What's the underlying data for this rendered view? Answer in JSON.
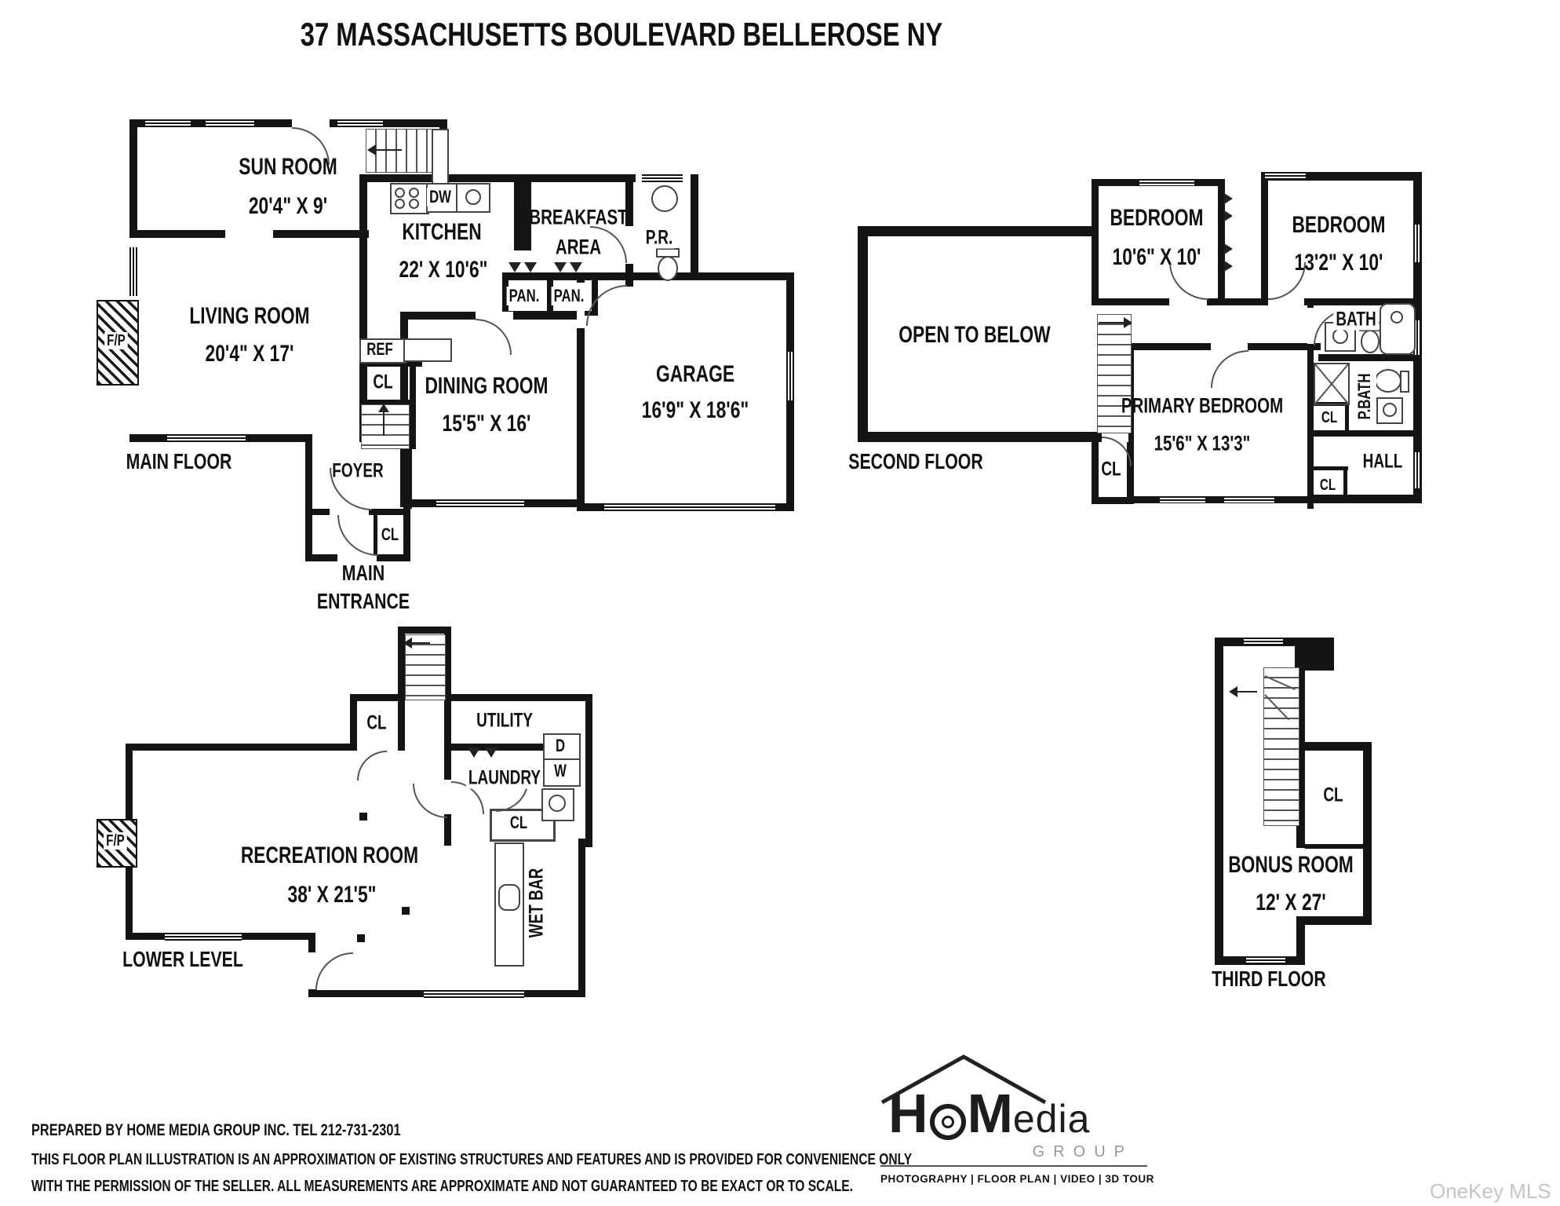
{
  "title": "37 MASSACHUSETTS BOULEVARD BELLEROSE  NY",
  "floors": {
    "main": {
      "floor_label": "MAIN FLOOR",
      "entrance_line1": "MAIN",
      "entrance_line2": "ENTRANCE",
      "rooms": {
        "sun_room": {
          "name": "SUN ROOM",
          "dims": "20'4\" X 9'"
        },
        "living_room": {
          "name": "LIVING ROOM",
          "dims": "20'4\" X 17'"
        },
        "kitchen": {
          "name": "KITCHEN",
          "dims": "22' X 10'6\""
        },
        "breakfast": {
          "line1": "BREAKFAST",
          "line2": "AREA"
        },
        "powder_room": {
          "name": "P.R."
        },
        "dining_room": {
          "name": "DINING ROOM",
          "dims": "15'5\" X 16'"
        },
        "garage": {
          "name": "GARAGE",
          "dims": "16'9\" X 18'6\""
        },
        "foyer": {
          "name": "FOYER"
        }
      },
      "tags": {
        "fireplace": "F/P",
        "dishwasher": "DW",
        "refrigerator": "REF",
        "pantry1": "PAN.",
        "pantry2": "PAN.",
        "closet1": "CL",
        "closet2": "CL"
      }
    },
    "second": {
      "floor_label": "SECOND FLOOR",
      "rooms": {
        "open_to_below": {
          "name": "OPEN TO BELOW"
        },
        "bedroom_left": {
          "name": "BEDROOM",
          "dims": "10'6\" X 10'"
        },
        "bedroom_right": {
          "name": "BEDROOM",
          "dims": "13'2\" X 10'"
        },
        "bath": {
          "name": "BATH"
        },
        "primary_bedroom": {
          "name": "PRIMARY BEDROOM",
          "dims": "15'6\" X 13'3\""
        },
        "primary_bath": {
          "name": "P.BATH"
        },
        "hall": {
          "name": "HALL"
        }
      },
      "tags": {
        "closet1": "CL",
        "closet2": "CL",
        "closet3": "CL"
      }
    },
    "lower": {
      "floor_label": "LOWER LEVEL",
      "rooms": {
        "recreation_room": {
          "name": "RECREATION ROOM",
          "dims": "38' X 21'5\""
        },
        "utility": {
          "name": "UTILITY"
        },
        "laundry": {
          "name": "LAUNDRY"
        },
        "wet_bar": {
          "name": "WET BAR"
        }
      },
      "tags": {
        "fireplace": "F/P",
        "closet1": "CL",
        "closet2": "CL",
        "dryer": "D",
        "washer": "W"
      }
    },
    "third": {
      "floor_label": "THIRD FLOOR",
      "rooms": {
        "bonus_room": {
          "name": "BONUS ROOM",
          "dims": "12' X 27'"
        }
      },
      "tags": {
        "closet": "CL"
      }
    }
  },
  "footer": {
    "line1": "PREPARED BY  HOME MEDIA GROUP INC.  TEL 212-731-2301",
    "line2": "THIS FLOOR PLAN ILLUSTRATION IS AN APPROXIMATION OF EXISTING STRUCTURES AND FEATURES AND IS PROVIDED FOR CONVENIENCE ONLY",
    "line3": "WITH THE PERMISSION OF THE SELLER. ALL MEASUREMENTS ARE APPROXIMATE AND NOT GUARANTEED TO BE EXACT OR TO SCALE.",
    "logo": {
      "brand_h": "H",
      "brand_m": "M",
      "brand_rest": "edia",
      "group": "GROUP",
      "services": "PHOTOGRAPHY | FLOOR PLAN | VIDEO | 3D TOUR"
    },
    "watermark": "OneKey MLS"
  }
}
